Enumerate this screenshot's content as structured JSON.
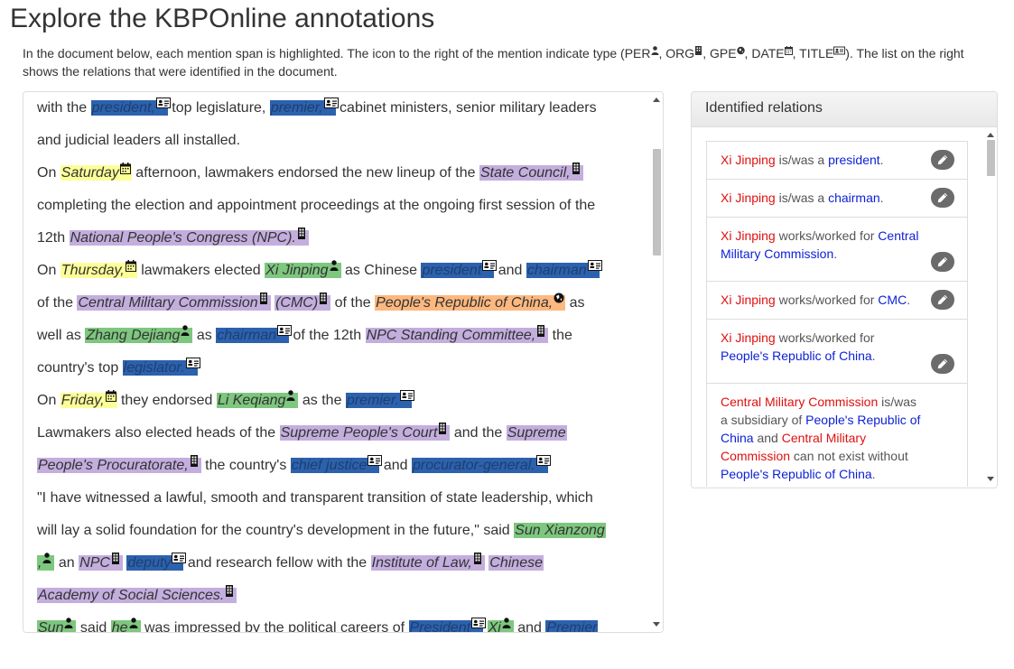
{
  "page_title": "Explore the KBPOnline annotations",
  "intro": {
    "p1": "In the document below, each mention span is highlighted. The icon to the right of the mention indicate type (",
    "per": "PER",
    "sep1": ", ",
    "org": "ORG",
    "sep2": ", ",
    "gpe": "GPE",
    "sep3": ", ",
    "date": "DATE",
    "sep4": ", ",
    "title": "TITLE",
    "p2": "). The list on the right shows the relations that were identified in the document."
  },
  "colors": {
    "PER": "#7dc77f",
    "ORG": "#c3aede",
    "GPE": "#fdb87f",
    "DATE": "#fcff98",
    "TITLE": "#2c61ae",
    "entity": "#e01010",
    "value": "#0b1fd6"
  },
  "icons": {
    "PER": "person-icon",
    "ORG": "building-icon",
    "GPE": "globe-icon",
    "DATE": "calendar-icon",
    "TITLE": "id-card-icon",
    "edit": "pencil-icon"
  },
  "document": {
    "lines": [
      [
        {
          "t": " with the "
        },
        {
          "m": "president,",
          "type": "TITLE"
        },
        {
          "t": " top legislature, "
        },
        {
          "m": "premier,",
          "type": "TITLE"
        },
        {
          "t": " cabinet ministers, senior military leaders"
        }
      ],
      [
        {
          "t": " and judicial leaders all installed."
        }
      ],
      [
        {
          "t": "On "
        },
        {
          "m": "Saturday",
          "type": "DATE"
        },
        {
          "t": " afternoon, lawmakers endorsed the new lineup of the "
        },
        {
          "m": "State Council,",
          "type": "ORG"
        }
      ],
      [
        {
          "t": " completing the election and appointment proceedings at the ongoing first session of the"
        }
      ],
      [
        {
          "t": " 12th "
        },
        {
          "m": "National People's Congress (NPC).",
          "type": "ORG"
        }
      ],
      [
        {
          "t": "On "
        },
        {
          "m": "Thursday,",
          "type": "DATE"
        },
        {
          "t": " lawmakers elected "
        },
        {
          "m": "Xi Jinping",
          "type": "PER"
        },
        {
          "t": " as Chinese "
        },
        {
          "m": "president",
          "type": "TITLE"
        },
        {
          "t": " and "
        },
        {
          "m": "chairman",
          "type": "TITLE"
        }
      ],
      [
        {
          "t": " of the "
        },
        {
          "m": "Central Military Commission",
          "type": "ORG"
        },
        {
          "t": " "
        },
        {
          "m": "(CMC)",
          "type": "ORG"
        },
        {
          "t": " of the "
        },
        {
          "m": "People's Republic of China,",
          "type": "GPE"
        },
        {
          "t": " as"
        }
      ],
      [
        {
          "t": " well as "
        },
        {
          "m": "Zhang Dejiang",
          "type": "PER"
        },
        {
          "t": " as "
        },
        {
          "m": "chairman",
          "type": "TITLE"
        },
        {
          "t": " of the 12th "
        },
        {
          "m": "NPC Standing Committee,",
          "type": "ORG"
        },
        {
          "t": " the"
        }
      ],
      [
        {
          "t": " country's top "
        },
        {
          "m": "legislator.",
          "type": "TITLE"
        }
      ],
      [
        {
          "t": "On "
        },
        {
          "m": "Friday,",
          "type": "DATE"
        },
        {
          "t": " they endorsed "
        },
        {
          "m": "Li Keqiang",
          "type": "PER"
        },
        {
          "t": " as the "
        },
        {
          "m": "premier.",
          "type": "TITLE"
        }
      ],
      [
        {
          "t": "Lawmakers also elected heads of the "
        },
        {
          "m": "Supreme People's Court",
          "type": "ORG"
        },
        {
          "t": " and the "
        },
        {
          "m": "Supreme",
          "type": "ORG",
          "noicon": true
        }
      ],
      [
        {
          "m": "People's Procuratorate,",
          "type": "ORG"
        },
        {
          "t": " the country's "
        },
        {
          "m": "chief justice",
          "type": "TITLE"
        },
        {
          "t": " and "
        },
        {
          "m": "procurator-general.",
          "type": "TITLE"
        }
      ],
      [
        {
          "t": "\"I have witnessed a lawful, smooth and transparent transition of state leadership, which"
        }
      ],
      [
        {
          "t": " will lay a solid foundation for the country's development in the future,\" said "
        },
        {
          "m": "Sun Xianzong",
          "type": "PER",
          "noicon": true
        }
      ],
      [
        {
          "m": ",",
          "type": "PER"
        },
        {
          "t": " an "
        },
        {
          "m": "NPC",
          "type": "ORG"
        },
        {
          "t": " "
        },
        {
          "m": "deputy",
          "type": "TITLE"
        },
        {
          "t": " and research fellow with the "
        },
        {
          "m": "Institute of Law,",
          "type": "ORG"
        },
        {
          "t": " "
        },
        {
          "m": "Chinese",
          "type": "ORG",
          "noicon": true
        }
      ],
      [
        {
          "m": "Academy of Social Sciences.",
          "type": "ORG"
        }
      ],
      [
        {
          "m": "Sun",
          "type": "PER"
        },
        {
          "t": " said "
        },
        {
          "m": "he",
          "type": "PER"
        },
        {
          "t": " was impressed by the political careers of "
        },
        {
          "m": "President",
          "type": "TITLE"
        },
        {
          "t": " "
        },
        {
          "m": "Xi",
          "type": "PER"
        },
        {
          "t": " and "
        },
        {
          "m": "Premier",
          "type": "TITLE",
          "noicon": true
        }
      ]
    ]
  },
  "relations": {
    "heading": "Identified relations",
    "items": [
      [
        {
          "c": "ent",
          "t": "Xi Jinping"
        },
        {
          "c": "txt",
          "t": " is/was a "
        },
        {
          "c": "val",
          "t": "president"
        },
        {
          "c": "txt",
          "t": "."
        }
      ],
      [
        {
          "c": "ent",
          "t": "Xi Jinping"
        },
        {
          "c": "txt",
          "t": " is/was a "
        },
        {
          "c": "val",
          "t": "chairman"
        },
        {
          "c": "txt",
          "t": "."
        }
      ],
      [
        {
          "c": "ent",
          "t": "Xi Jinping"
        },
        {
          "c": "txt",
          "t": " works/worked for "
        },
        {
          "c": "val",
          "t": "Central Military Commission"
        },
        {
          "c": "txt",
          "t": "."
        }
      ],
      [
        {
          "c": "ent",
          "t": "Xi Jinping"
        },
        {
          "c": "txt",
          "t": " works/worked for "
        },
        {
          "c": "val",
          "t": "CMC"
        },
        {
          "c": "txt",
          "t": "."
        }
      ],
      [
        {
          "c": "ent",
          "t": "Xi Jinping"
        },
        {
          "c": "txt",
          "t": " works/worked for "
        },
        {
          "c": "val",
          "t": "People's Republic of China"
        },
        {
          "c": "txt",
          "t": "."
        }
      ],
      [
        {
          "c": "ent",
          "t": "Central Military Commission"
        },
        {
          "c": "txt",
          "t": " is/was a subsidiary of "
        },
        {
          "c": "val",
          "t": "People's Republic of China"
        },
        {
          "c": "txt",
          "t": " and "
        },
        {
          "c": "ent",
          "t": "Central Military Commission"
        },
        {
          "c": "txt",
          "t": " can not exist without "
        },
        {
          "c": "val",
          "t": "People's Republic of China"
        },
        {
          "c": "txt",
          "t": "."
        }
      ]
    ]
  }
}
